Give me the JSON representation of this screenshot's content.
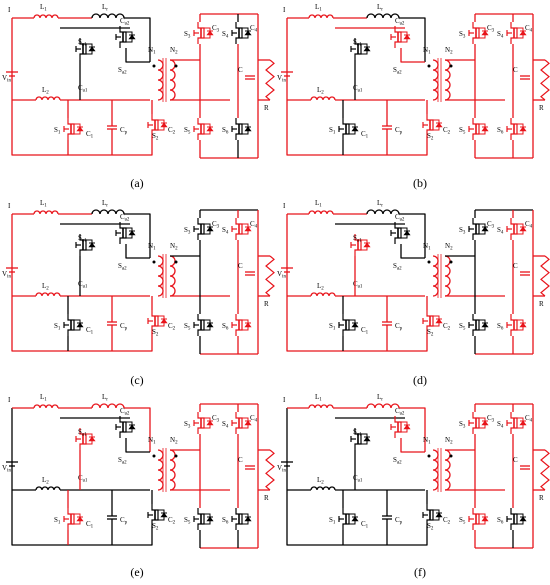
{
  "colors": {
    "active": "#e8141b",
    "inactive": "#000000"
  },
  "labels": {
    "current": "I",
    "vin": "Vin",
    "l1": "L1",
    "l2": "L2",
    "lr": "Lr",
    "s1": "S1",
    "s2": "S2",
    "sa1": "Sa1",
    "sa2": "Sa2",
    "ca1": "Ca1",
    "ca2": "Ca2",
    "cp": "Cp",
    "n1": "N1",
    "n2": "N2",
    "c": "C",
    "r": "R",
    "c1": "C1",
    "c2": "C2",
    "c3": "C3",
    "c4": "C4",
    "s3": "S3",
    "s4": "S4",
    "s5": "S5",
    "s6": "S6"
  },
  "panels": [
    {
      "caption": "(a)",
      "active": [
        "loop_left",
        "l1",
        "l2",
        "s2",
        "s1path",
        "transformer",
        "sec_left",
        "sec_right",
        "load",
        "s3",
        "s5"
      ]
    },
    {
      "caption": "(b)",
      "active": [
        "loop_left",
        "l1",
        "l2",
        "s2",
        "clamp",
        "sa2",
        "transformer",
        "sec_left",
        "sec_right",
        "load",
        "s3",
        "s4",
        "s5",
        "s6"
      ]
    },
    {
      "caption": "(c)",
      "active": [
        "loop_left",
        "l1",
        "l2",
        "s2",
        "transformer",
        "sec_right",
        "load",
        "s4",
        "s6"
      ]
    },
    {
      "caption": "(d)",
      "active": [
        "loop_left",
        "l1",
        "l2",
        "s2",
        "sa1",
        "transformer",
        "sec_right",
        "load",
        "s4",
        "s6"
      ]
    },
    {
      "caption": "(e)",
      "active": [
        "l1",
        "lr",
        "s1path",
        "sa1",
        "transformer",
        "sec_left",
        "sec_right",
        "load",
        "s3",
        "s4"
      ]
    },
    {
      "caption": "(f)",
      "active": [
        "l1",
        "lr",
        "sa2",
        "transformer",
        "sec_left",
        "sec_right",
        "load",
        "s3",
        "s4",
        "s5"
      ]
    }
  ]
}
